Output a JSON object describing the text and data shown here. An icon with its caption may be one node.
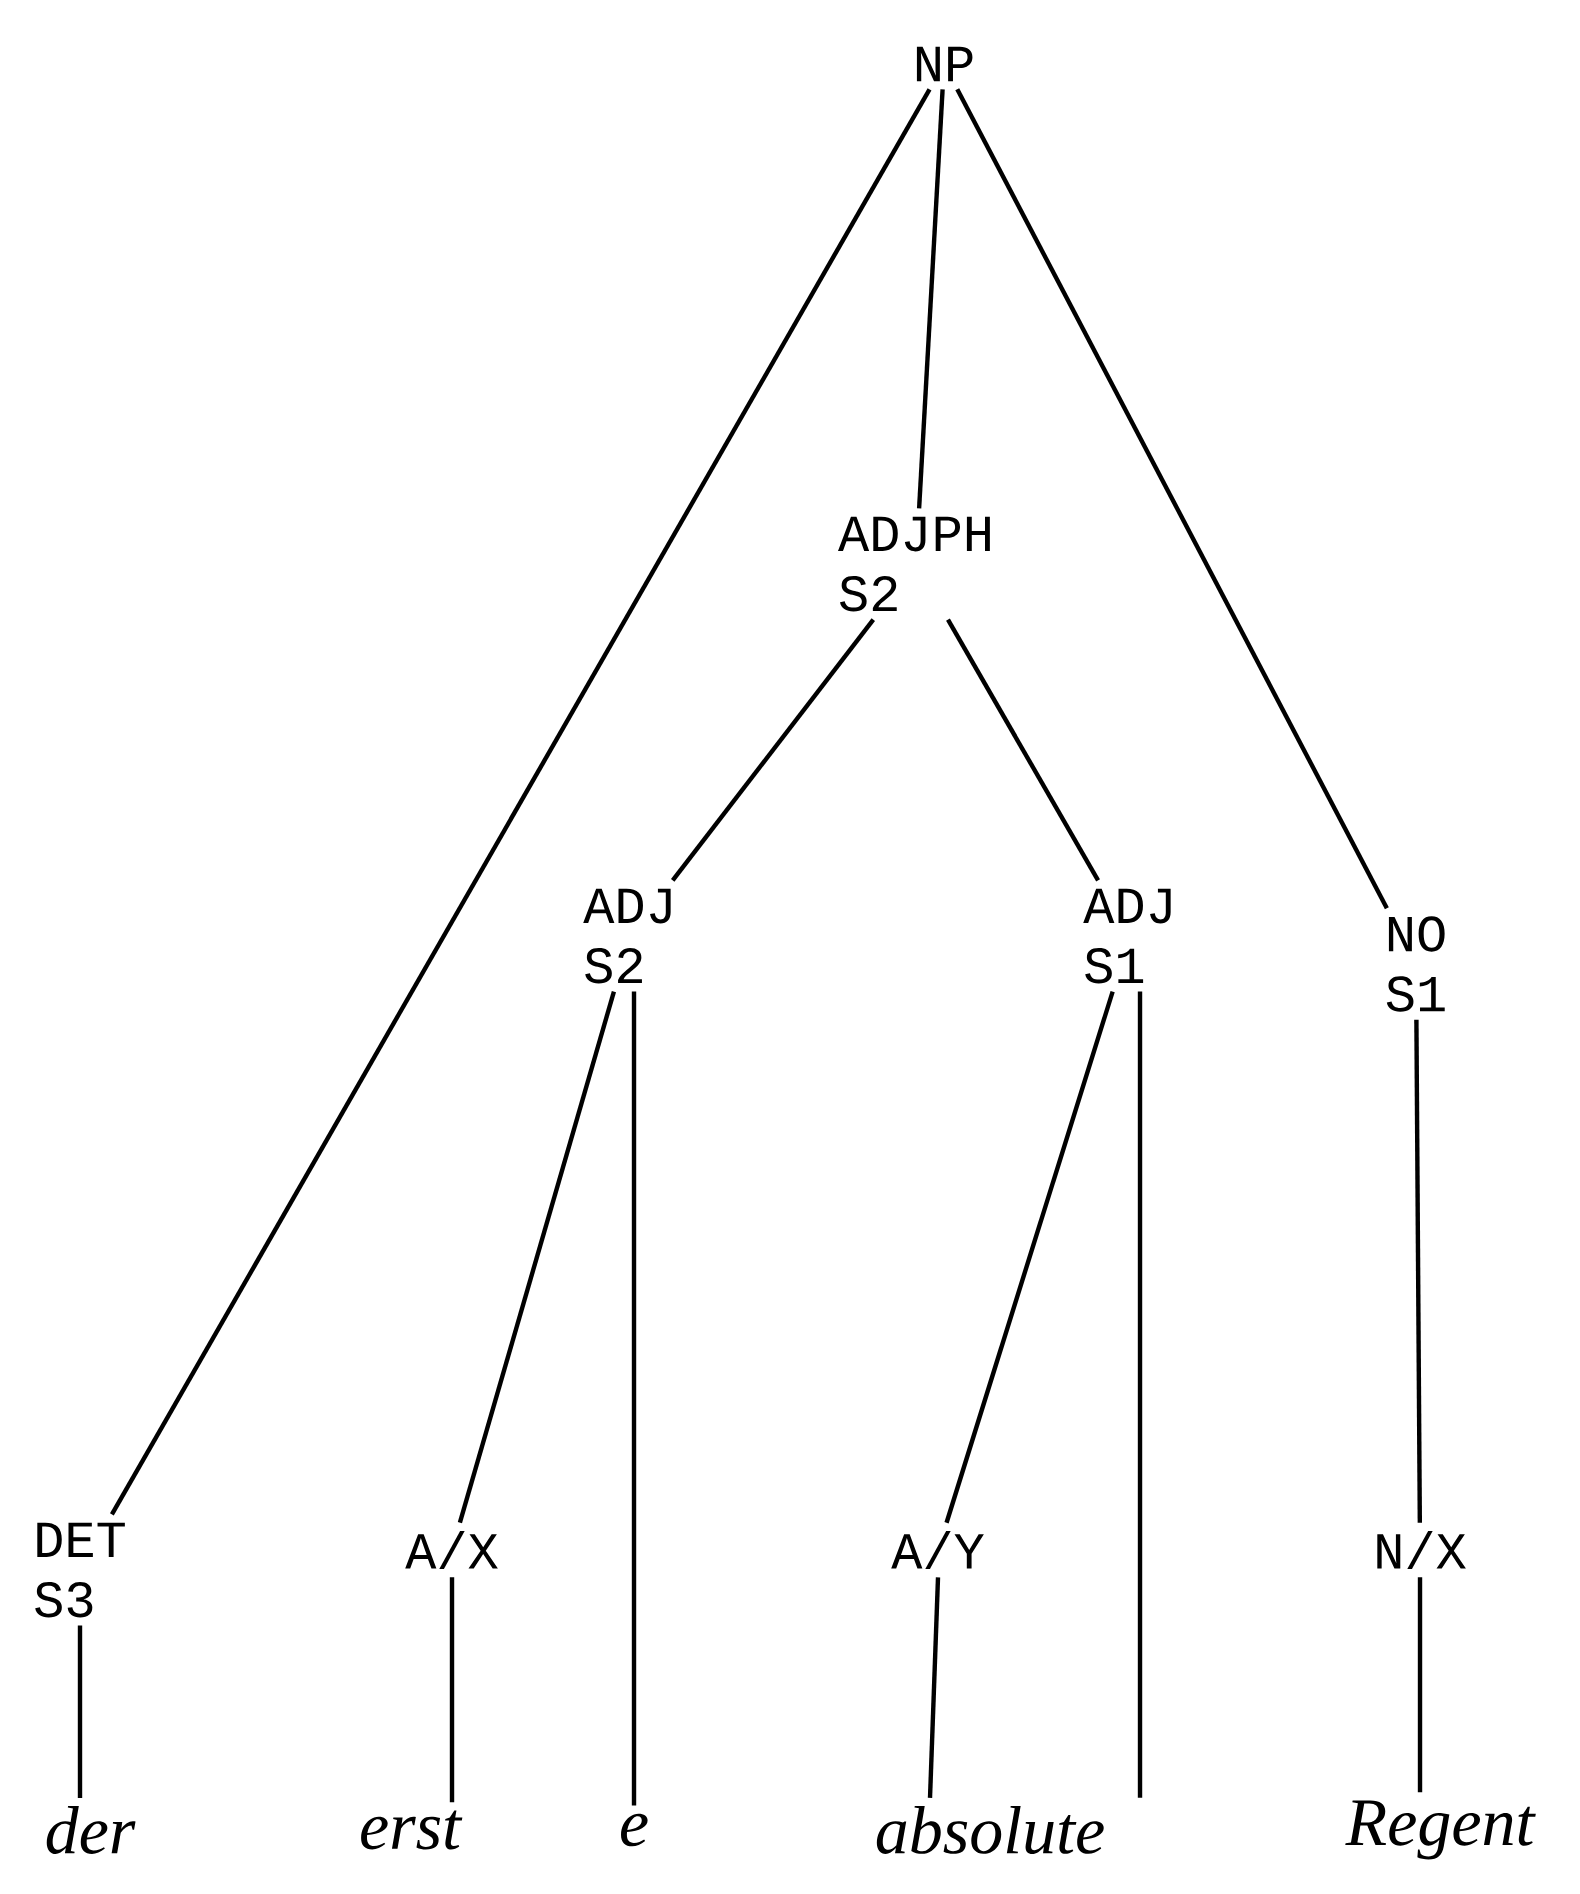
{
  "diagram": {
    "nodes": [
      {
        "text": [
          "NP"
        ]
      },
      {
        "text": [
          "ADJPH",
          "S2"
        ]
      },
      {
        "text": [
          "ADJ",
          "S2"
        ]
      },
      {
        "text": [
          "ADJ",
          "S1"
        ]
      },
      {
        "text": [
          "NO",
          "S1"
        ]
      },
      {
        "text": [
          "DET",
          "S3"
        ]
      },
      {
        "text": [
          "A/X"
        ]
      },
      {
        "text": [
          "A/Y"
        ]
      },
      {
        "text": [
          "N/X"
        ]
      },
      {
        "text": [
          "der"
        ]
      },
      {
        "text": [
          "erst"
        ]
      },
      {
        "text": [
          "e"
        ]
      },
      {
        "text": [
          "absolute"
        ]
      },
      {
        "text": [
          "Regent"
        ]
      }
    ],
    "edges": [
      {
        "from": 0,
        "to": 5,
        "arrow": "none"
      },
      {
        "from": 0,
        "to": 1,
        "arrow": "none"
      },
      {
        "from": 0,
        "to": 4,
        "arrow": "none"
      },
      {
        "from": 1,
        "to": 2,
        "arrow": "none"
      },
      {
        "from": 1,
        "to": 3,
        "arrow": "none"
      },
      {
        "from": 2,
        "to": 6,
        "arrow": "none"
      },
      {
        "from": 2,
        "to": 11,
        "arrow": "none"
      },
      {
        "from": 3,
        "to": 7,
        "arrow": "none"
      },
      {
        "from": 3,
        "to": 12,
        "arrow": "none"
      },
      {
        "from": 4,
        "to": 8,
        "arrow": "none"
      },
      {
        "from": 5,
        "to": 9,
        "arrow": "none"
      },
      {
        "from": 6,
        "to": 10,
        "arrow": "none"
      },
      {
        "from": 7,
        "to": 12,
        "arrow": "none"
      },
      {
        "from": 8,
        "to": 13,
        "arrow": "none"
      }
    ]
  }
}
